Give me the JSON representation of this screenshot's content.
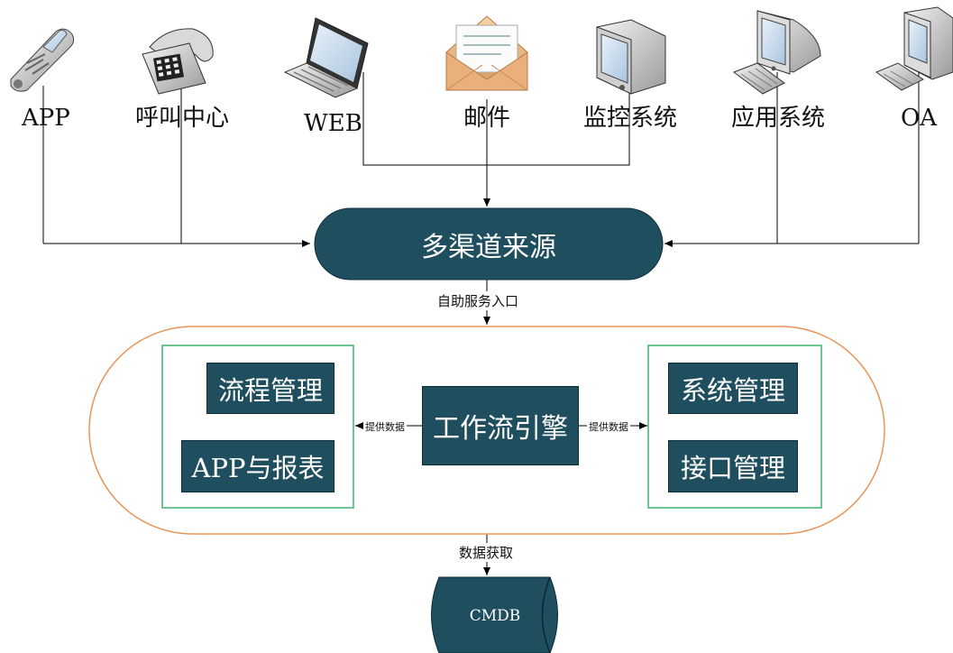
{
  "sources": {
    "app": "APP",
    "call_center": "呼叫中心",
    "web": "WEB",
    "email": "邮件",
    "monitoring": "监控系统",
    "application_system": "应用系统",
    "oa": "OA"
  },
  "hub": {
    "label": "多渠道来源"
  },
  "edges": {
    "self_service": "自助服务入口",
    "provide_left": "提供数据",
    "provide_right": "提供数据",
    "data_fetch": "数据获取"
  },
  "platform": {
    "engine": "工作流引擎",
    "left_group": [
      "流程管理",
      "APP与报表"
    ],
    "right_group": [
      "系统管理",
      "接口管理"
    ]
  },
  "database": {
    "label": "CMDB"
  },
  "colors": {
    "node_fill": "#1f4e5f",
    "platform_border": "#e8955a",
    "group_border": "#3cb371"
  },
  "icons": [
    "mobile-phone-icon",
    "telephone-icon",
    "laptop-icon",
    "envelope-icon",
    "crt-monitor-icon",
    "desktop-computer-icon",
    "desktop-computer-small-icon"
  ]
}
